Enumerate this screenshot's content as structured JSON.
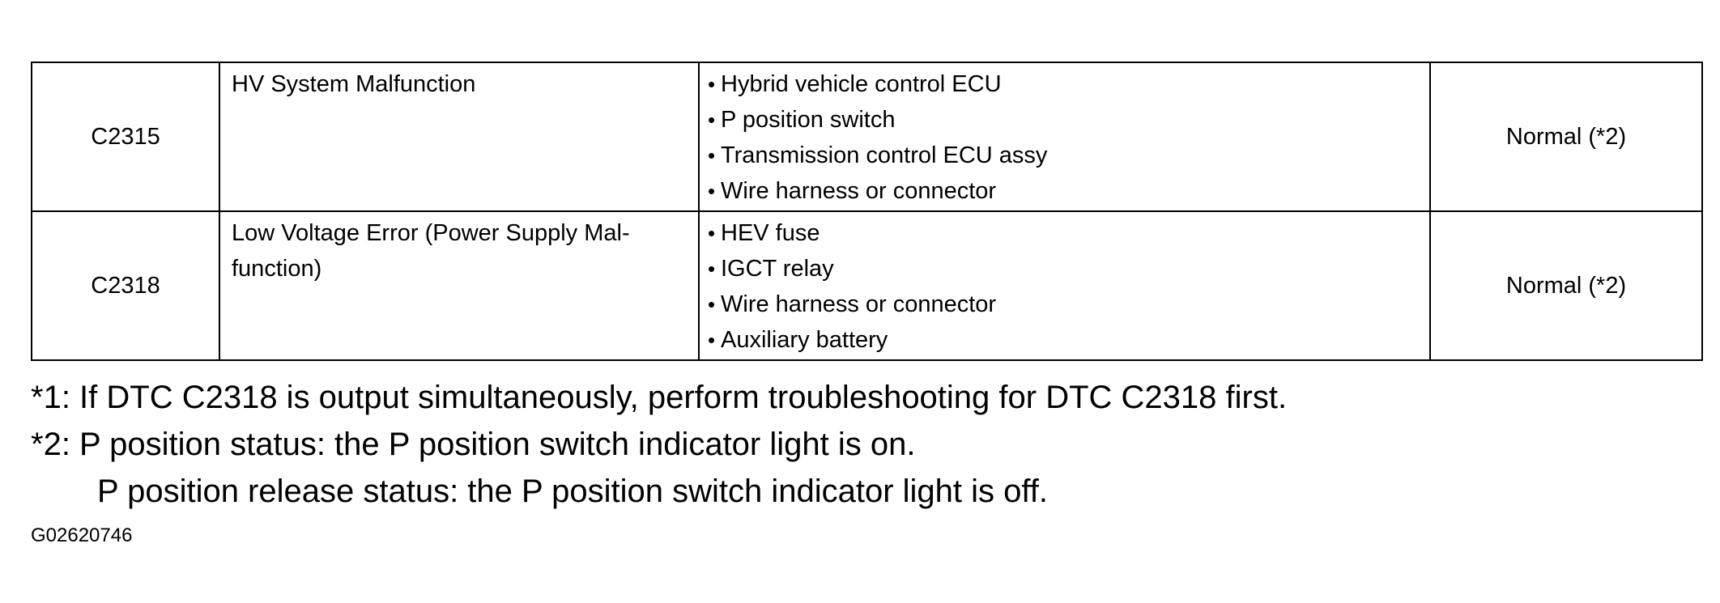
{
  "table": {
    "rows": [
      {
        "code": "C2315",
        "detection_lines": [
          "HV System Malfunction"
        ],
        "areas": [
          "Hybrid vehicle control ECU",
          "P position switch",
          "Transmission control ECU assy",
          "Wire harness or connector"
        ],
        "status": "Normal (*2)"
      },
      {
        "code": "C2318",
        "detection_lines": [
          "Low Voltage Error (Power Supply Mal-",
          "function)"
        ],
        "areas": [
          "HEV fuse",
          "IGCT relay",
          "Wire harness or connector",
          "Auxiliary battery"
        ],
        "status": "Normal (*2)"
      }
    ]
  },
  "notes": {
    "note1": "*1: If DTC C2318 is output simultaneously, perform troubleshooting for DTC C2318 first.",
    "note2_line1": "*2: P position status: the P position switch indicator light is on.",
    "note2_line2": "P position release status: the P position switch indicator light is off."
  },
  "figure_id": "G02620746"
}
